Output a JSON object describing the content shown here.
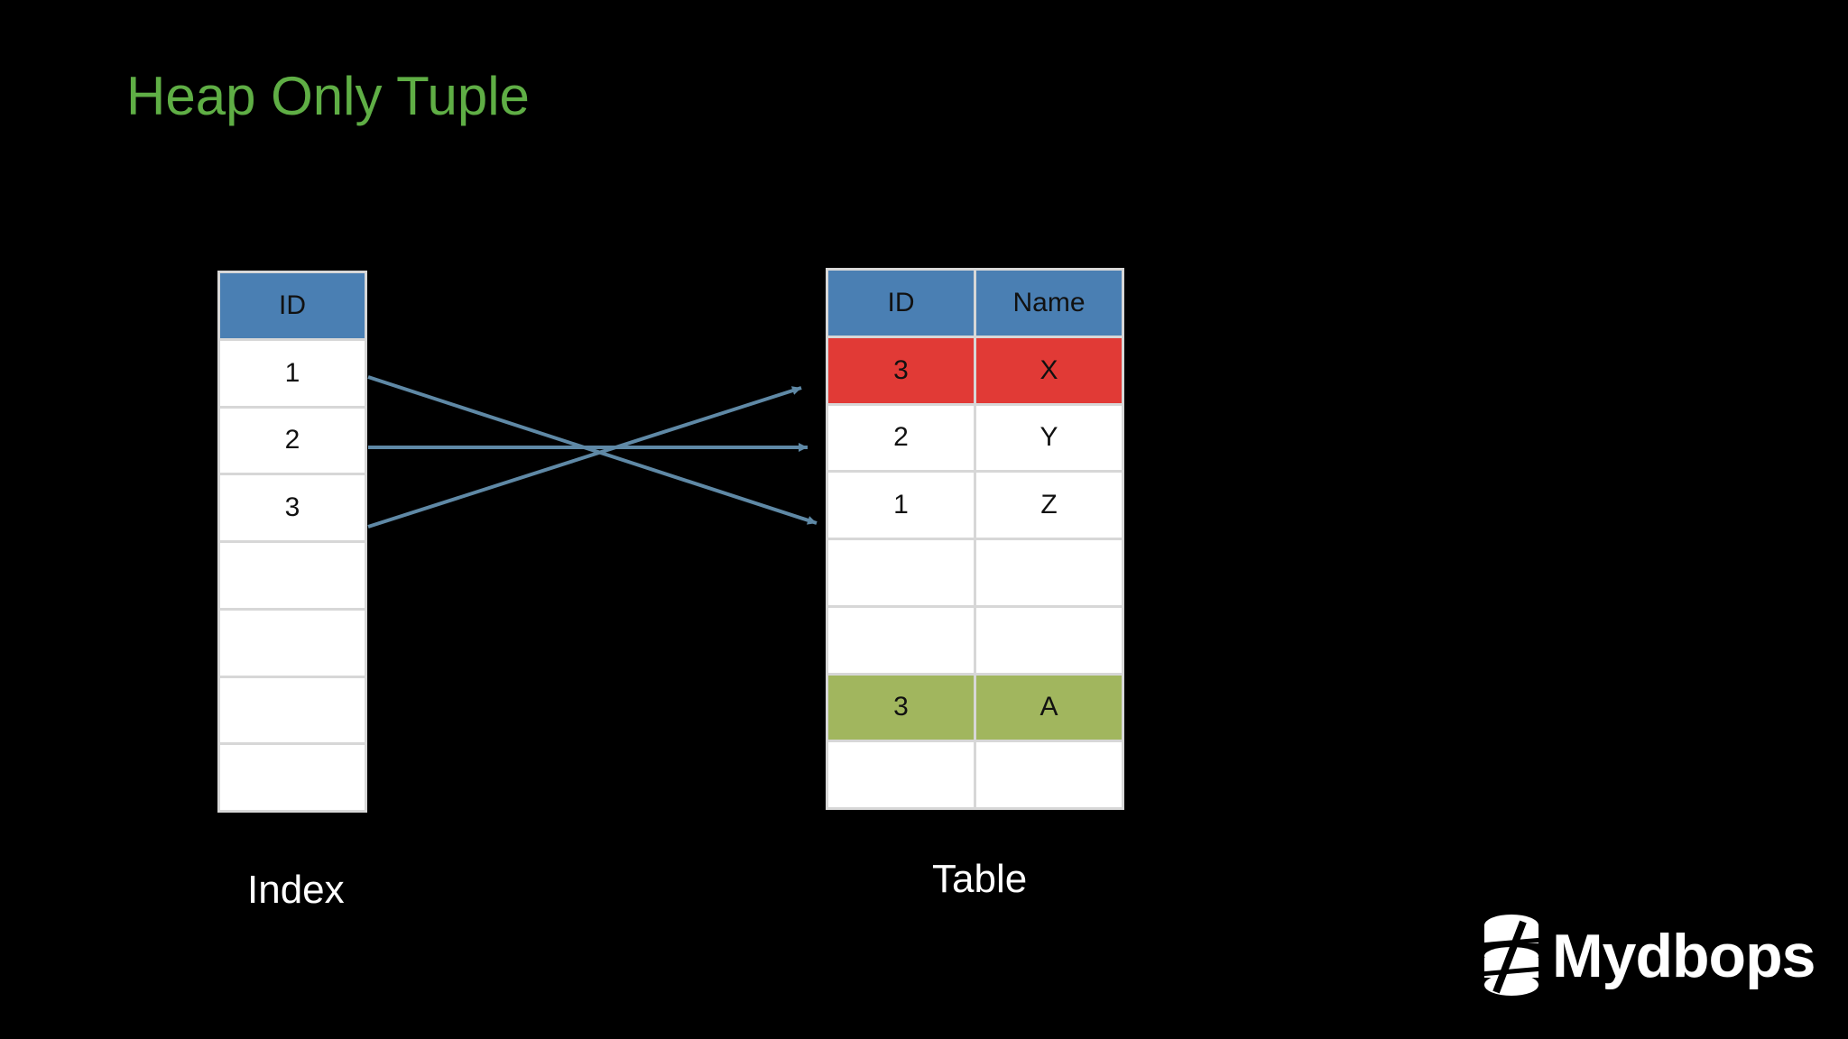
{
  "title": "Heap Only Tuple",
  "index": {
    "caption": "Index",
    "header": "ID",
    "rows": [
      "1",
      "2",
      "3",
      "",
      "",
      "",
      ""
    ]
  },
  "table": {
    "caption": "Table",
    "headers": [
      "ID",
      "Name"
    ],
    "rows": [
      {
        "id": "3",
        "name": "X",
        "state": "red"
      },
      {
        "id": "2",
        "name": "Y",
        "state": "normal"
      },
      {
        "id": "1",
        "name": "Z",
        "state": "normal"
      },
      {
        "id": "",
        "name": "",
        "state": "normal"
      },
      {
        "id": "",
        "name": "",
        "state": "normal"
      },
      {
        "id": "3",
        "name": "A",
        "state": "green"
      },
      {
        "id": "",
        "name": "",
        "state": "normal"
      }
    ]
  },
  "colors": {
    "title": "#5fae45",
    "header": "#4a7fb3",
    "deleted_row": "#e13a36",
    "new_row": "#a1b65e",
    "arrow": "#5f89a6"
  },
  "logo": {
    "text": "Mydbops",
    "icon": "mydbops-logo-icon"
  }
}
